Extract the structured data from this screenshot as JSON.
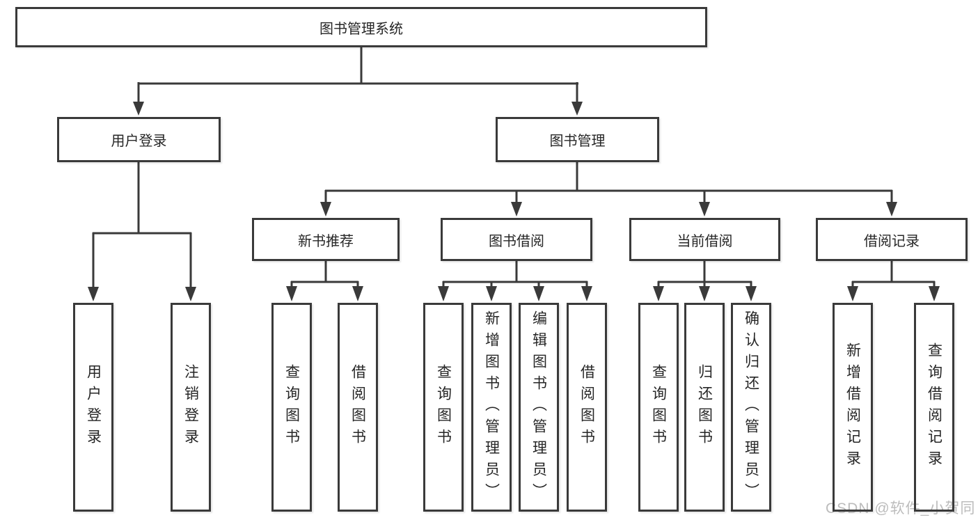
{
  "colors": {
    "line": "#3a3a3a",
    "text": "#262626",
    "background": "#ffffff",
    "watermark": "#bcbcbc"
  },
  "watermark": "CSDN @软件_小贺同学",
  "tree": {
    "root": "图书管理系统",
    "level2": [
      "用户登录",
      "图书管理"
    ],
    "level3": [
      "新书推荐",
      "图书借阅",
      "当前借阅",
      "借阅记录"
    ],
    "leaves": {
      "user_login": [
        "用户登录",
        "注销登录"
      ],
      "new_book_recommend": [
        "查询图书",
        "借阅图书"
      ],
      "book_borrow": [
        "查询图书",
        "新增图书（管理员）",
        "编辑图书（管理员）",
        "借阅图书"
      ],
      "current_borrow": [
        "查询图书",
        "归还图书",
        "确认归还（管理员）"
      ],
      "borrow_record": [
        "新增借阅记录",
        "查询借阅记录"
      ]
    }
  }
}
